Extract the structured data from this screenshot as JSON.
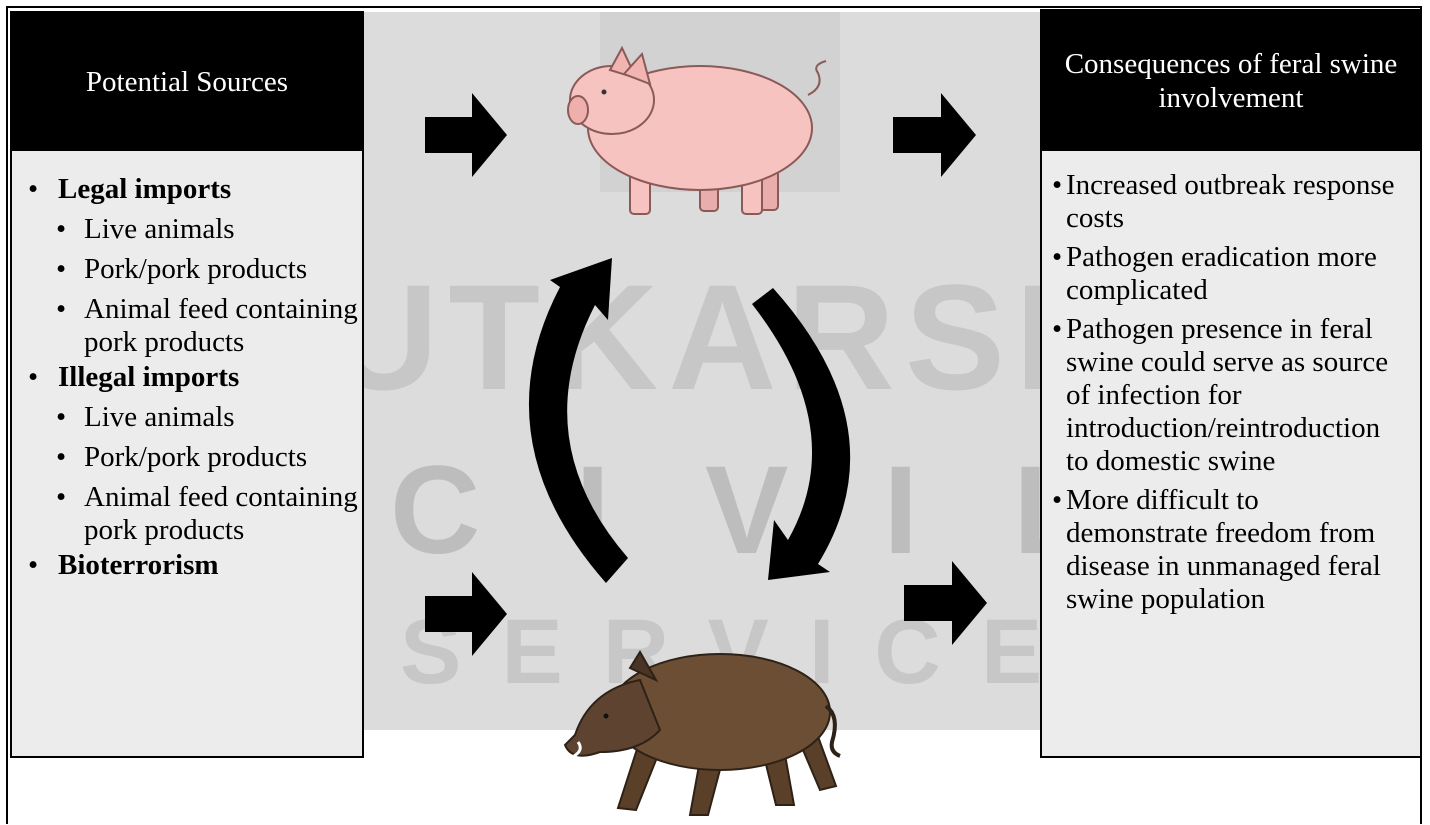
{
  "watermark": {
    "line1": "UTKARSH",
    "line2": "CIVIL",
    "line3": "SERVICE"
  },
  "left_panel": {
    "title": "Potential Sources",
    "groups": [
      {
        "label": "Legal imports",
        "items": [
          "Live animals",
          "Pork/pork products",
          "Animal feed containing pork products"
        ]
      },
      {
        "label": "Illegal imports",
        "items": [
          "Live animals",
          "Pork/pork products",
          "Animal feed containing pork products"
        ]
      },
      {
        "label": "Bioterrorism",
        "items": []
      }
    ]
  },
  "right_panel": {
    "title": "Consequences of feral swine involvement",
    "items": [
      "Increased  outbreak response costs",
      "Pathogen eradication more complicated",
      "Pathogen presence in feral swine could serve as source of infection for introduction/reintroduction to domestic swine",
      "More difficult to demonstrate freedom from disease in unmanaged feral swine population"
    ]
  },
  "icons": {
    "domestic": "domestic-pig-icon",
    "feral": "wild-boar-icon"
  },
  "colors": {
    "header_bg": "#000000",
    "header_text": "#ffffff",
    "panel_bg": "#ececec",
    "pig": "#f6c3c0",
    "boar": "#6b4e34"
  }
}
